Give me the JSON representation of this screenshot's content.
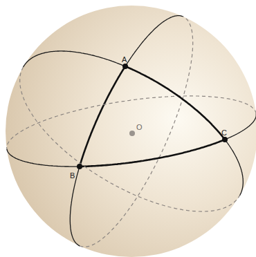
{
  "diagram": {
    "labels": [
      "A",
      "B",
      "C",
      "O"
    ]
  }
}
